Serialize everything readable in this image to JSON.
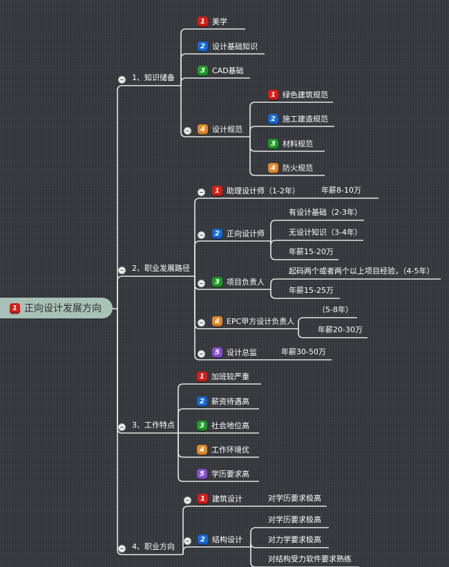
{
  "colors": {
    "red": "#d91e18",
    "blue": "#1668d4",
    "green": "#1e9a2a",
    "orange": "#e38a2a",
    "purple": "#8a4fd1",
    "line": "#e6e6e6"
  },
  "root": {
    "badge": "1",
    "label": "正向设计发展方向"
  },
  "branches": [
    {
      "label": "1、知识储备",
      "children": [
        {
          "badge": "1",
          "label": "美学"
        },
        {
          "badge": "2",
          "label": "设计基础知识"
        },
        {
          "badge": "3",
          "label": "CAD基础"
        },
        {
          "badge": "4",
          "label": "设计规范",
          "children": [
            {
              "badge": "1",
              "label": "绿色建筑规范"
            },
            {
              "badge": "2",
              "label": "施工建造规范"
            },
            {
              "badge": "3",
              "label": "材料规范"
            },
            {
              "badge": "4",
              "label": "防火规范"
            }
          ]
        }
      ]
    },
    {
      "label": "2、职业发展路径",
      "children": [
        {
          "badge": "1",
          "label": "助理设计师（1-2年）",
          "children": [
            {
              "label": "年薪8-10万"
            }
          ]
        },
        {
          "badge": "2",
          "label": "正向设计师",
          "children": [
            {
              "label": "有设计基础（2-3年）"
            },
            {
              "label": "无设计知识（3-4年）"
            },
            {
              "label": "年薪15-20万"
            }
          ]
        },
        {
          "badge": "3",
          "label": "项目负责人",
          "children": [
            {
              "label": "起码两个或者两个以上项目经验，（4-5年）"
            },
            {
              "label": "年薪15-25万"
            }
          ]
        },
        {
          "badge": "4",
          "label": "EPC甲方设计负责人",
          "children": [
            {
              "label": "（5-8年）"
            },
            {
              "label": "年薪20-30万"
            }
          ]
        },
        {
          "badge": "5",
          "label": "设计总监",
          "children": [
            {
              "label": "年薪30-50万"
            }
          ]
        }
      ]
    },
    {
      "label": "3、工作特点",
      "children": [
        {
          "badge": "1",
          "label": "加班较严重"
        },
        {
          "badge": "2",
          "label": "薪资待遇高"
        },
        {
          "badge": "3",
          "label": "社会地位高"
        },
        {
          "badge": "4",
          "label": "工作环境优"
        },
        {
          "badge": "5",
          "label": "学历要求高"
        }
      ]
    },
    {
      "label": "4、职业方向",
      "children": [
        {
          "badge": "1",
          "label": "建筑设计",
          "children": [
            {
              "label": "对学历要求极高"
            }
          ]
        },
        {
          "badge": "2",
          "label": "结构设计",
          "children": [
            {
              "label": "对学历要求极高"
            },
            {
              "label": "对力学要求极高"
            },
            {
              "label": "对结构受力软件要求熟练"
            }
          ]
        }
      ]
    }
  ]
}
